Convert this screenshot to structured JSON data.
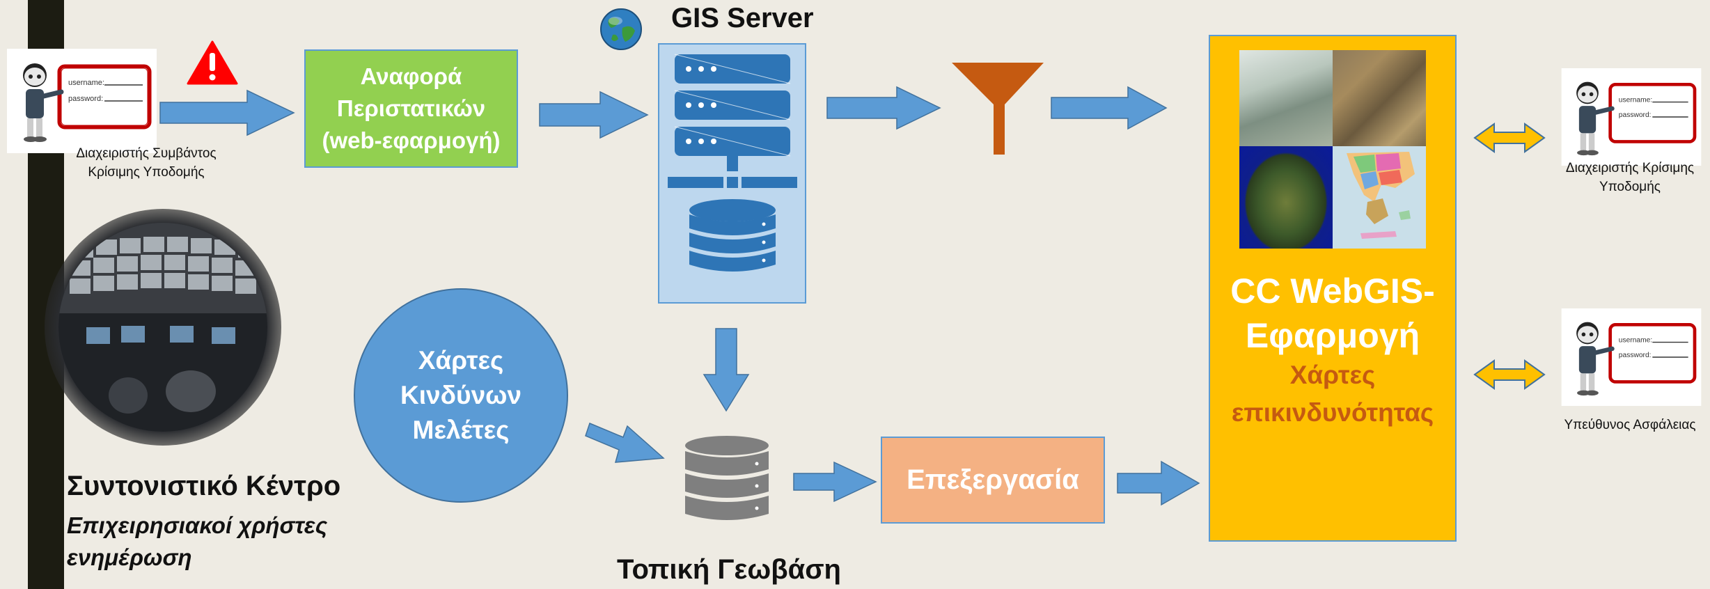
{
  "left_actor": {
    "label_line1": "Διαχειριστής Συμβάντος",
    "label_line2": "Κρίσιμης Υποδομής",
    "login_username": "username:",
    "login_password": "password:"
  },
  "report_box": {
    "line1": "Αναφορά",
    "line2": "Περιστατικών",
    "line3": "(web-εφαρμογή)"
  },
  "gis_server": {
    "title": "GIS Server"
  },
  "hazard_maps": {
    "line1": "Χάρτες",
    "line2": "Κινδύνων",
    "line3": "Μελέτες"
  },
  "local_geodb": {
    "title": "Τοπική Γεωβάση"
  },
  "processing": {
    "label": "Επεξεργασία"
  },
  "coordination_center": {
    "title": "Συντονιστικό Κέντρο",
    "subtitle_line1": "Επιχειρησιακοί χρήστες",
    "subtitle_line2": "ενημέρωση"
  },
  "webgis_app": {
    "title_line1": "CC WebGIS-",
    "title_line2": "Εφαρμογή",
    "subtitle_line1": "Χάρτες",
    "subtitle_line2": "επικινδυνότητας"
  },
  "right_actor_top": {
    "label_line1": "Διαχειριστής Κρίσιμης",
    "label_line2": "Υποδομής"
  },
  "right_actor_bottom": {
    "label": "Υπεύθυνος Ασφάλειας"
  },
  "colors": {
    "arrow_blue": "#5b9bd5",
    "arrow_yellow": "#ffc000",
    "report_green": "#92d050",
    "process_orange": "#f4b183",
    "webgis_gold": "#ffc000",
    "funnel_orange": "#c55a11",
    "db_gray": "#7f7f7f",
    "warning_red": "#ff0000"
  },
  "icons": [
    "user-login-icon",
    "warning-icon",
    "globe-icon",
    "server-rack-icon",
    "database-icon",
    "filter-funnel-icon",
    "map-collage",
    "control-room-photo"
  ]
}
